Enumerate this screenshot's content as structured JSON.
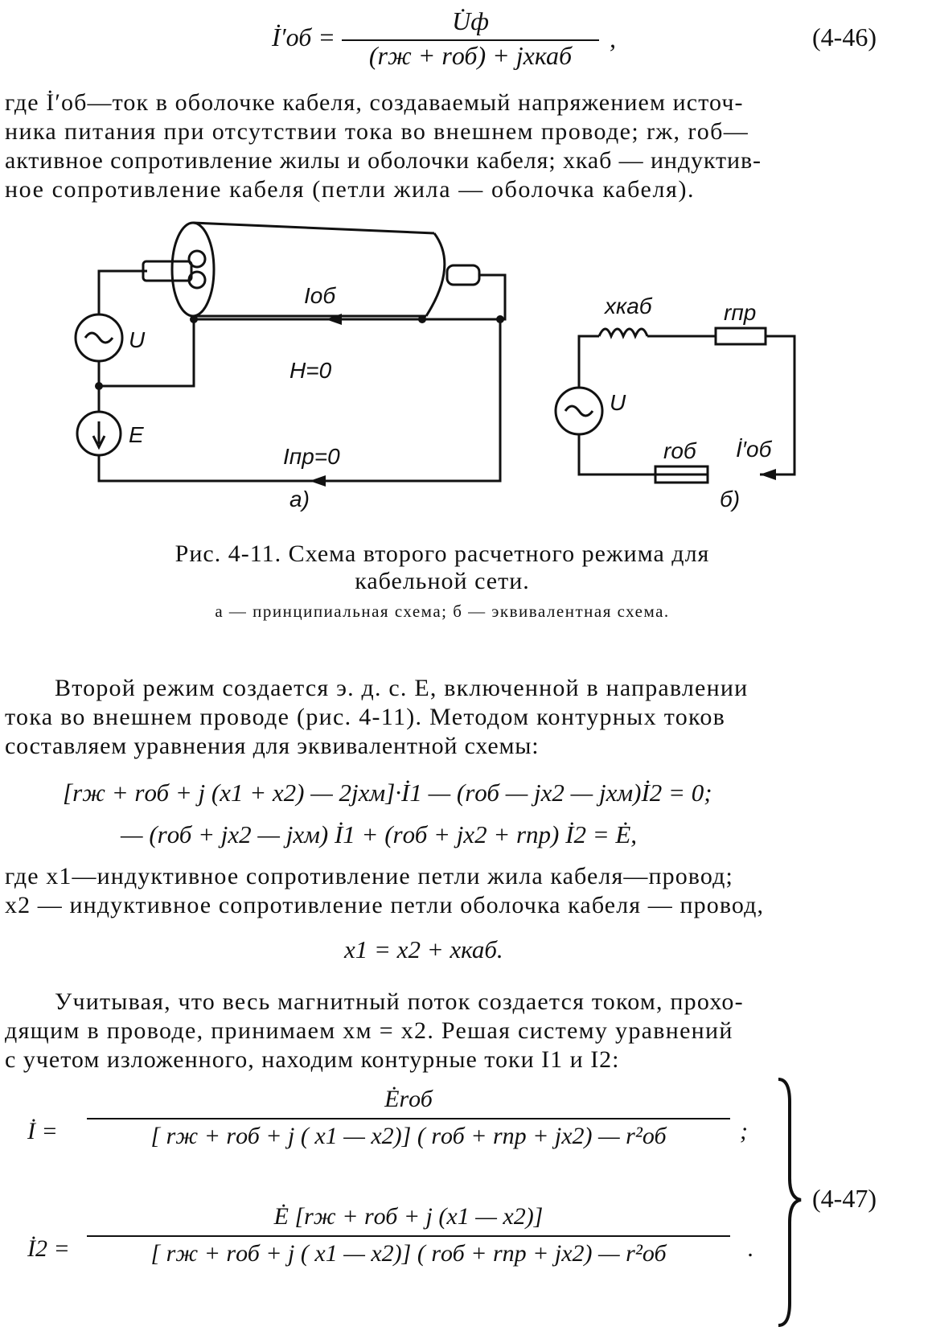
{
  "eq_4_46": {
    "lhs": "İ′об =",
    "numerator": "U̇ф",
    "denominator": "(rж + rоб) + jxкаб",
    "trail": ",",
    "number": "(4-46)"
  },
  "para1": {
    "line1": "где İ′об—ток в оболочке кабеля, создаваемый напряжением источ-",
    "line2": "ника питания при отсутствии тока во внешнем проводе; rж, rоб—",
    "line3": "активное сопротивление жилы и оболочки кабеля; xкаб — индуктив-",
    "line4": "ное сопротивление кабеля (петли жила — оболочка кабеля)."
  },
  "figure": {
    "a": {
      "label_I_ob": "Iоб",
      "label_H": "H=0",
      "label_I_pr": "Iпр=0",
      "label_U": "U",
      "label_E": "E",
      "panel": "а)"
    },
    "b": {
      "label_x_kab": "xкаб",
      "label_r_pr": "rпр",
      "label_U": "U",
      "label_r_ob": "rоб",
      "label_I_ob": "İ′об",
      "panel": "б)"
    }
  },
  "caption": {
    "line1": "Рис. 4-11. Схема второго расчетного режима для",
    "line2": "кабельной сети.",
    "sub": "а — принципиальная схема; б — эквивалентная схема."
  },
  "para2": {
    "line1": "Второй режим создается э. д. с. E, включенной в направлении",
    "line2": "тока во внешнем проводе (рис. 4-11). Методом контурных токов",
    "line3": "составляем уравнения для эквивалентной схемы:"
  },
  "system": {
    "eq1": "[rж + rоб + j (x1 + x2) — 2jxм]·İ1 — (rоб — jx2 — jxм)İ2 = 0;",
    "eq2": "— (rоб + jx2 — jxм) İ1 + (rоб + jx2 + rпр) İ2 = Ė,"
  },
  "para3": {
    "line1": "где x1—индуктивное сопротивление петли жила кабеля—провод;",
    "line2": "x2 — индуктивное сопротивление петли оболочка кабеля — провод,"
  },
  "eq_x": "x1 = x2 + xкаб.",
  "para4": {
    "line1": "Учитывая, что весь магнитный поток создается током, прохо-",
    "line2": "дящим в проводе, принимаем xм = x2. Решая систему уравнений",
    "line3": "с учетом изложенного, находим контурные токи I1 и I2:"
  },
  "eq_4_47": {
    "lhs1": "İ =",
    "num1": "Ėrоб",
    "den1": "[ rж + rоб + j ( x1 — x2)] ( rоб + rпр + jx2) — r²об",
    "trail1": ";",
    "lhs2": "İ2 =",
    "num2": "Ė [rж + rоб + j (x1 — x2)]",
    "den2": "[ rж + rоб + j ( x1 — x2)] ( rоб + rпр + jx2) — r²об",
    "trail2": ".",
    "number": "(4-47)"
  }
}
